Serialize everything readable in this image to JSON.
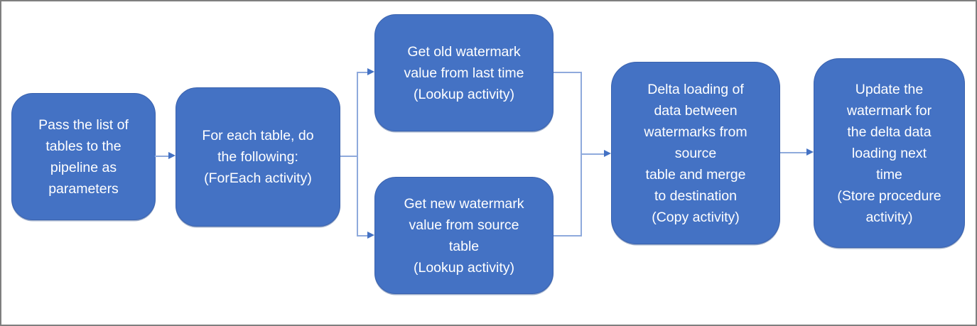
{
  "diagram": {
    "colors": {
      "background": "#FFFFFF",
      "frame_border": "#7F7F7F",
      "node_fill": "#4472C4",
      "node_border": "#3A62AE",
      "node_text": "#FFFFFF",
      "connector_line": "#8FAADC",
      "arrowhead": "#4472C4"
    },
    "nodes": [
      {
        "label": "Pass the list of\ntables to the\npipeline as\nparameters"
      },
      {
        "label": "For each table, do\nthe following:\n(ForEach activity)"
      },
      {
        "label": "Get old watermark\nvalue from last time\n(Lookup activity)"
      },
      {
        "label": "Get new watermark\nvalue from source\ntable\n(Lookup activity)"
      },
      {
        "label": "Delta loading of\ndata between\nwatermarks from\nsource\ntable and merge\nto destination\n(Copy activity)"
      },
      {
        "label": "Update the\nwatermark for\nthe delta data\nloading next\ntime\n(Store procedure\nactivity)"
      }
    ]
  }
}
